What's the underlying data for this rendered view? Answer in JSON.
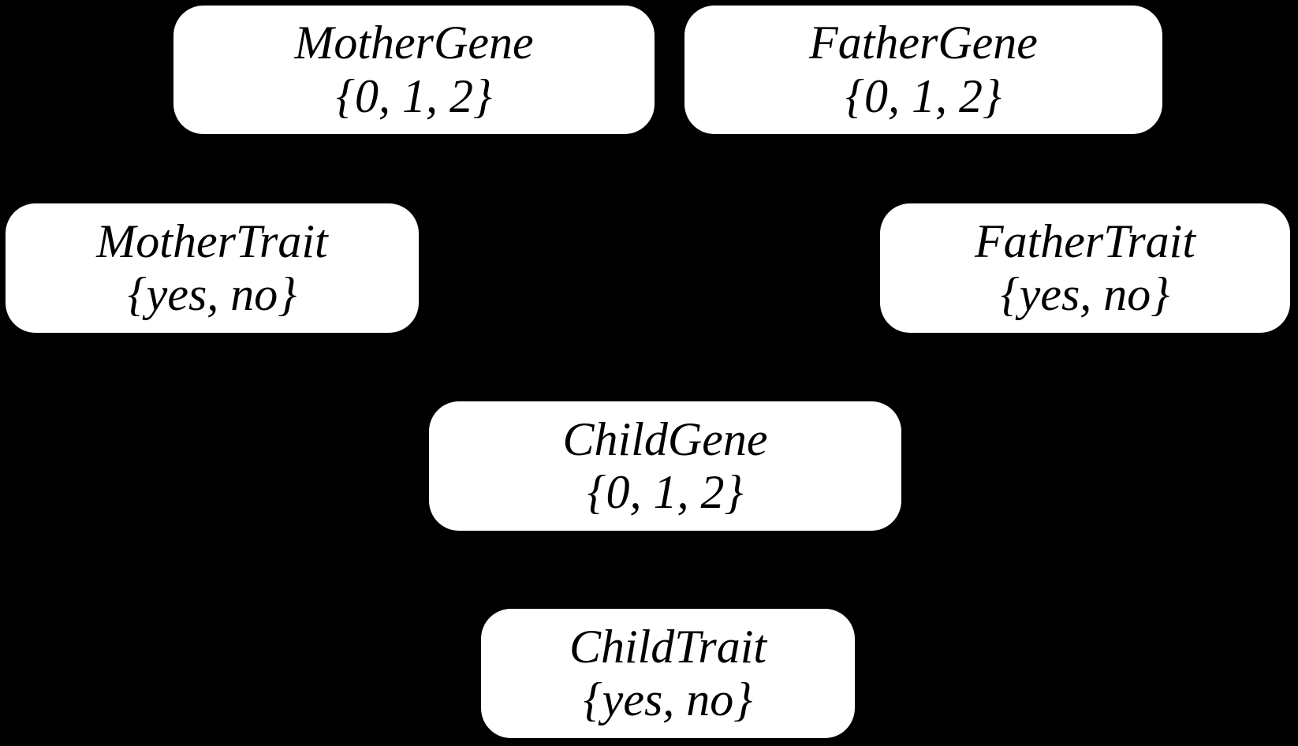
{
  "diagram": {
    "kind": "bayesian-network",
    "background_color": "#000000",
    "node_fill_color": "#ffffff",
    "node_text_color": "#000000",
    "edges_visible": false,
    "nodes": [
      {
        "id": "mother-gene",
        "label": "MotherGene",
        "values": "{0, 1, 2}"
      },
      {
        "id": "father-gene",
        "label": "FatherGene",
        "values": "{0, 1, 2}"
      },
      {
        "id": "mother-trait",
        "label": "MotherTrait",
        "values": "{yes, no}"
      },
      {
        "id": "father-trait",
        "label": "FatherTrait",
        "values": "{yes, no}"
      },
      {
        "id": "child-gene",
        "label": "ChildGene",
        "values": "{0, 1, 2}"
      },
      {
        "id": "child-trait",
        "label": "ChildTrait",
        "values": "{yes, no}"
      }
    ]
  }
}
